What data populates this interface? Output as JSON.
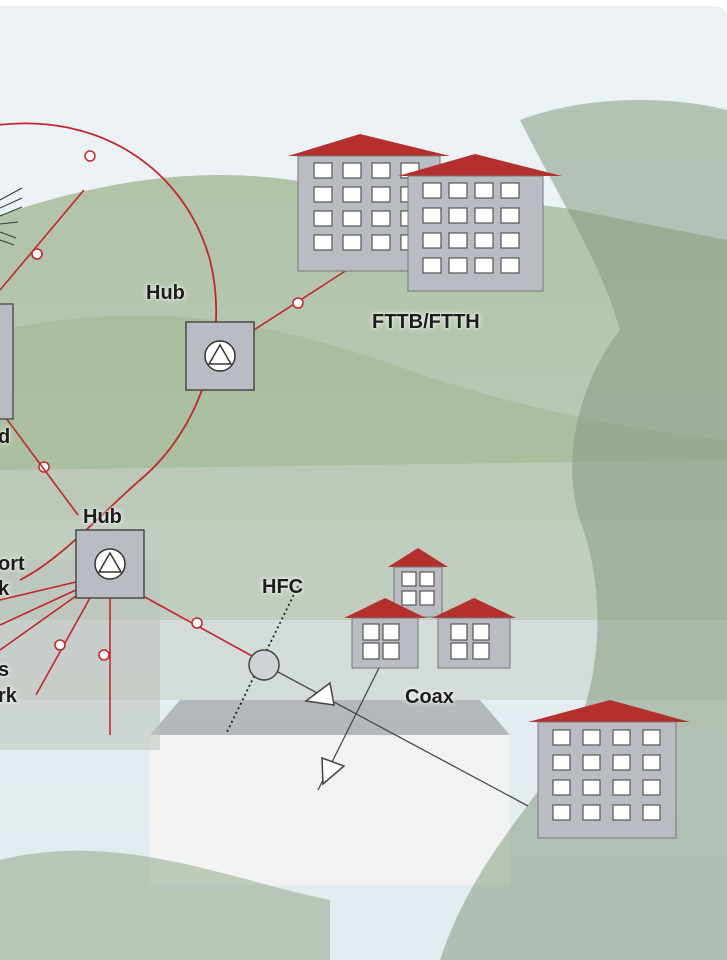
{
  "labels": {
    "hub_top": "Hub",
    "hub_bottom": "Hub",
    "fttb": "FTTB/FTTH",
    "hfc": "HFC",
    "coax": "Coax",
    "cut_head": "d",
    "cut_transport_1": "ort",
    "cut_transport_2": "k",
    "cut_access_1": "s",
    "cut_access_2": "rk"
  },
  "icons": {
    "hub": "triangle-in-circle-icon",
    "amplifier": "triangle-amplifier-icon",
    "node": "fiber-node-circle-icon",
    "building": "apartment-building-icon",
    "house": "house-icon"
  },
  "colors": {
    "fiber": "#c0282d",
    "coax": "#4a4a4a",
    "roof": "#b3302c",
    "building": "#b9bcc3",
    "sky": "#dfe9f0",
    "hill": "#6d8a58"
  }
}
